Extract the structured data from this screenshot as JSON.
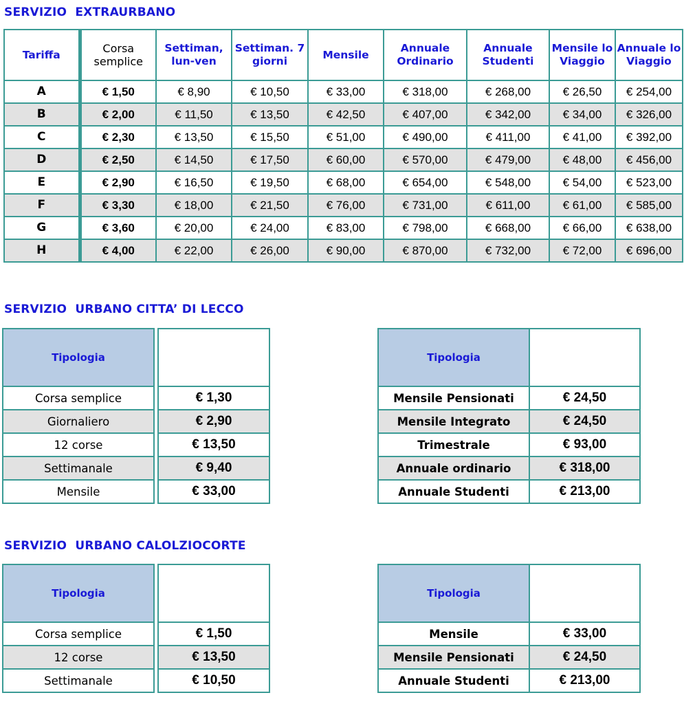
{
  "extraurbano": {
    "title": "SERVIZIO  EXTRAURBANO",
    "headers": [
      "Tariffa",
      "Corsa semplice",
      "Settiman, lun-ven",
      "Settiman. 7 giorni",
      "Mensile",
      "Annuale Ordinario",
      "Annuale Studenti",
      "Mensile lo Viaggio",
      "Annuale lo Viaggio"
    ],
    "rows": [
      [
        "A",
        "€ 1,50",
        "€ 8,90",
        "€ 10,50",
        "€ 33,00",
        "€ 318,00",
        "€ 268,00",
        "€ 26,50",
        "€ 254,00"
      ],
      [
        "B",
        "€ 2,00",
        "€ 11,50",
        "€ 13,50",
        "€ 42,50",
        "€ 407,00",
        "€ 342,00",
        "€ 34,00",
        "€ 326,00"
      ],
      [
        "C",
        "€ 2,30",
        "€ 13,50",
        "€ 15,50",
        "€ 51,00",
        "€ 490,00",
        "€ 411,00",
        "€ 41,00",
        "€ 392,00"
      ],
      [
        "D",
        "€ 2,50",
        "€ 14,50",
        "€ 17,50",
        "€ 60,00",
        "€ 570,00",
        "€ 479,00",
        "€ 48,00",
        "€ 456,00"
      ],
      [
        "E",
        "€ 2,90",
        "€ 16,50",
        "€ 19,50",
        "€ 68,00",
        "€ 654,00",
        "€ 548,00",
        "€ 54,00",
        "€ 523,00"
      ],
      [
        "F",
        "€ 3,30",
        "€ 18,00",
        "€ 21,50",
        "€ 76,00",
        "€ 731,00",
        "€ 611,00",
        "€ 61,00",
        "€ 585,00"
      ],
      [
        "G",
        "€ 3,60",
        "€ 20,00",
        "€ 24,00",
        "€ 83,00",
        "€ 798,00",
        "€ 668,00",
        "€ 66,00",
        "€ 638,00"
      ],
      [
        "H",
        "€ 4,00",
        "€ 22,00",
        "€ 26,00",
        "€ 90,00",
        "€ 870,00",
        "€ 732,00",
        "€ 72,00",
        "€ 696,00"
      ]
    ]
  },
  "lecco": {
    "title": "SERVIZIO  URBANO CITTA’ DI LECCO",
    "left": {
      "header": "Tipologia",
      "rows": [
        {
          "name": "Corsa semplice",
          "price": "€ 1,30"
        },
        {
          "name": "Giornaliero",
          "price": "€ 2,90"
        },
        {
          "name": "12 corse",
          "price": "€ 13,50"
        },
        {
          "name": "Settimanale",
          "price": "€ 9,40"
        },
        {
          "name": "Mensile",
          "price": "€ 33,00"
        }
      ]
    },
    "right": {
      "header": "Tipologia",
      "rows": [
        {
          "name": "Mensile Pensionati",
          "price": "€ 24,50"
        },
        {
          "name": "Mensile Integrato",
          "price": "€ 24,50"
        },
        {
          "name": "Trimestrale",
          "price": "€ 93,00"
        },
        {
          "name": "Annuale ordinario",
          "price": "€ 318,00"
        },
        {
          "name": "Annuale Studenti",
          "price": "€ 213,00"
        }
      ]
    }
  },
  "calolziocorte": {
    "title": "SERVIZIO  URBANO CALOLZIOCORTE",
    "left": {
      "header": "Tipologia",
      "rows": [
        {
          "name": "Corsa semplice",
          "price": "€ 1,50"
        },
        {
          "name": "12 corse",
          "price": "€ 13,50"
        },
        {
          "name": "Settimanale",
          "price": "€ 10,50"
        }
      ]
    },
    "right": {
      "header": "Tipologia",
      "rows": [
        {
          "name": "Mensile",
          "price": "€ 33,00"
        },
        {
          "name": "Mensile Pensionati",
          "price": "€ 24,50"
        },
        {
          "name": "Annuale Studenti",
          "price": "€ 213,00"
        }
      ]
    }
  }
}
